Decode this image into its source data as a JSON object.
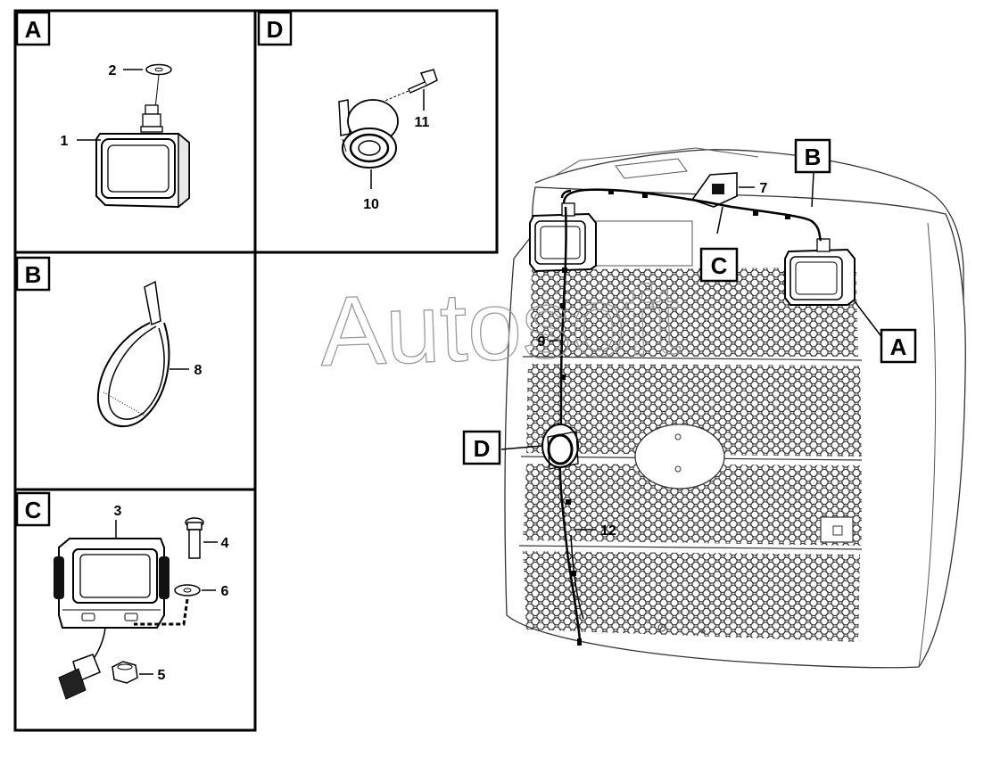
{
  "panels": {
    "A": {
      "label": "A",
      "items": [
        "1",
        "2"
      ]
    },
    "B": {
      "label": "B",
      "items": [
        "8"
      ]
    },
    "C": {
      "label": "C",
      "items": [
        "3",
        "4",
        "5",
        "6"
      ]
    },
    "D": {
      "label": "D",
      "items": [
        "10",
        "11"
      ]
    }
  },
  "main": {
    "callouts": [
      "7",
      "9",
      "12"
    ],
    "letters": [
      "A",
      "B",
      "C",
      "D"
    ]
  },
  "watermark": "Autosoft"
}
